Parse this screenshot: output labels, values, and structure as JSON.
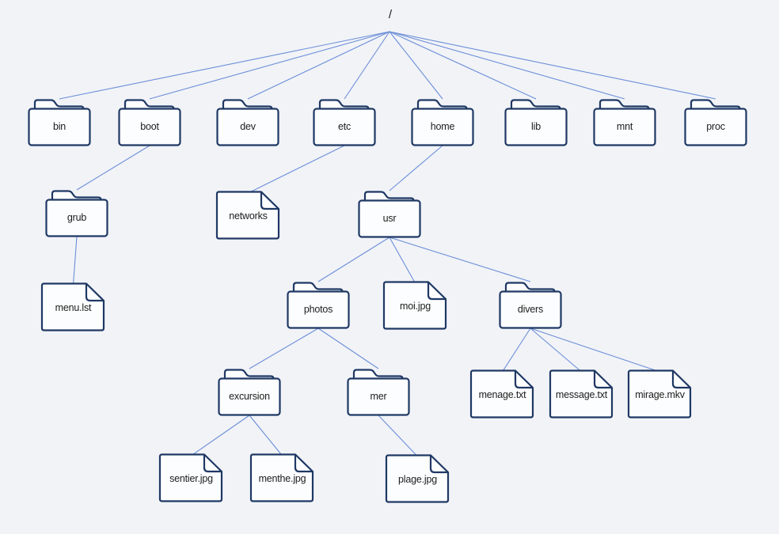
{
  "diagram": {
    "root_label": "/",
    "type": "filesystem-tree"
  },
  "colors": {
    "background": "#f1f3f7",
    "node_fill": "#fcfdfe",
    "node_stroke": "#1f3864",
    "connector": "#6c8ed8",
    "label": "#1c1c1c"
  },
  "nodes": [
    {
      "id": "root",
      "label": "/",
      "type": "root"
    },
    {
      "id": "bin",
      "label": "bin",
      "type": "folder"
    },
    {
      "id": "boot",
      "label": "boot",
      "type": "folder"
    },
    {
      "id": "dev",
      "label": "dev",
      "type": "folder"
    },
    {
      "id": "etc",
      "label": "etc",
      "type": "folder"
    },
    {
      "id": "home",
      "label": "home",
      "type": "folder"
    },
    {
      "id": "lib",
      "label": "lib",
      "type": "folder"
    },
    {
      "id": "mnt",
      "label": "mnt",
      "type": "folder"
    },
    {
      "id": "proc",
      "label": "proc",
      "type": "folder"
    },
    {
      "id": "grub",
      "label": "grub",
      "type": "folder"
    },
    {
      "id": "networks",
      "label": "networks",
      "type": "file"
    },
    {
      "id": "usr",
      "label": "usr",
      "type": "folder"
    },
    {
      "id": "menulst",
      "label": "menu.lst",
      "type": "file"
    },
    {
      "id": "photos",
      "label": "photos",
      "type": "folder"
    },
    {
      "id": "moijpg",
      "label": "moi.jpg",
      "type": "file"
    },
    {
      "id": "divers",
      "label": "divers",
      "type": "folder"
    },
    {
      "id": "excursion",
      "label": "excursion",
      "type": "folder"
    },
    {
      "id": "mer",
      "label": "mer",
      "type": "folder"
    },
    {
      "id": "menagetxt",
      "label": "menage.txt",
      "type": "file"
    },
    {
      "id": "messagetxt",
      "label": "message.txt",
      "type": "file"
    },
    {
      "id": "miragemkv",
      "label": "mirage.mkv",
      "type": "file"
    },
    {
      "id": "sentierjpg",
      "label": "sentier.jpg",
      "type": "file"
    },
    {
      "id": "menthejpg",
      "label": "menthe.jpg",
      "type": "file"
    },
    {
      "id": "plagejpg",
      "label": "plage.jpg",
      "type": "file"
    }
  ],
  "connections": [
    [
      "root",
      "bin"
    ],
    [
      "root",
      "boot"
    ],
    [
      "root",
      "dev"
    ],
    [
      "root",
      "etc"
    ],
    [
      "root",
      "home"
    ],
    [
      "root",
      "lib"
    ],
    [
      "root",
      "mnt"
    ],
    [
      "root",
      "proc"
    ],
    [
      "boot",
      "grub"
    ],
    [
      "etc",
      "networks"
    ],
    [
      "home",
      "usr"
    ],
    [
      "grub",
      "menulst"
    ],
    [
      "usr",
      "photos"
    ],
    [
      "usr",
      "moijpg"
    ],
    [
      "usr",
      "divers"
    ],
    [
      "photos",
      "excursion"
    ],
    [
      "photos",
      "mer"
    ],
    [
      "excursion",
      "sentierjpg"
    ],
    [
      "excursion",
      "menthejpg"
    ],
    [
      "mer",
      "plagejpg"
    ],
    [
      "divers",
      "menagetxt"
    ],
    [
      "divers",
      "messagetxt"
    ],
    [
      "divers",
      "miragemkv"
    ]
  ]
}
